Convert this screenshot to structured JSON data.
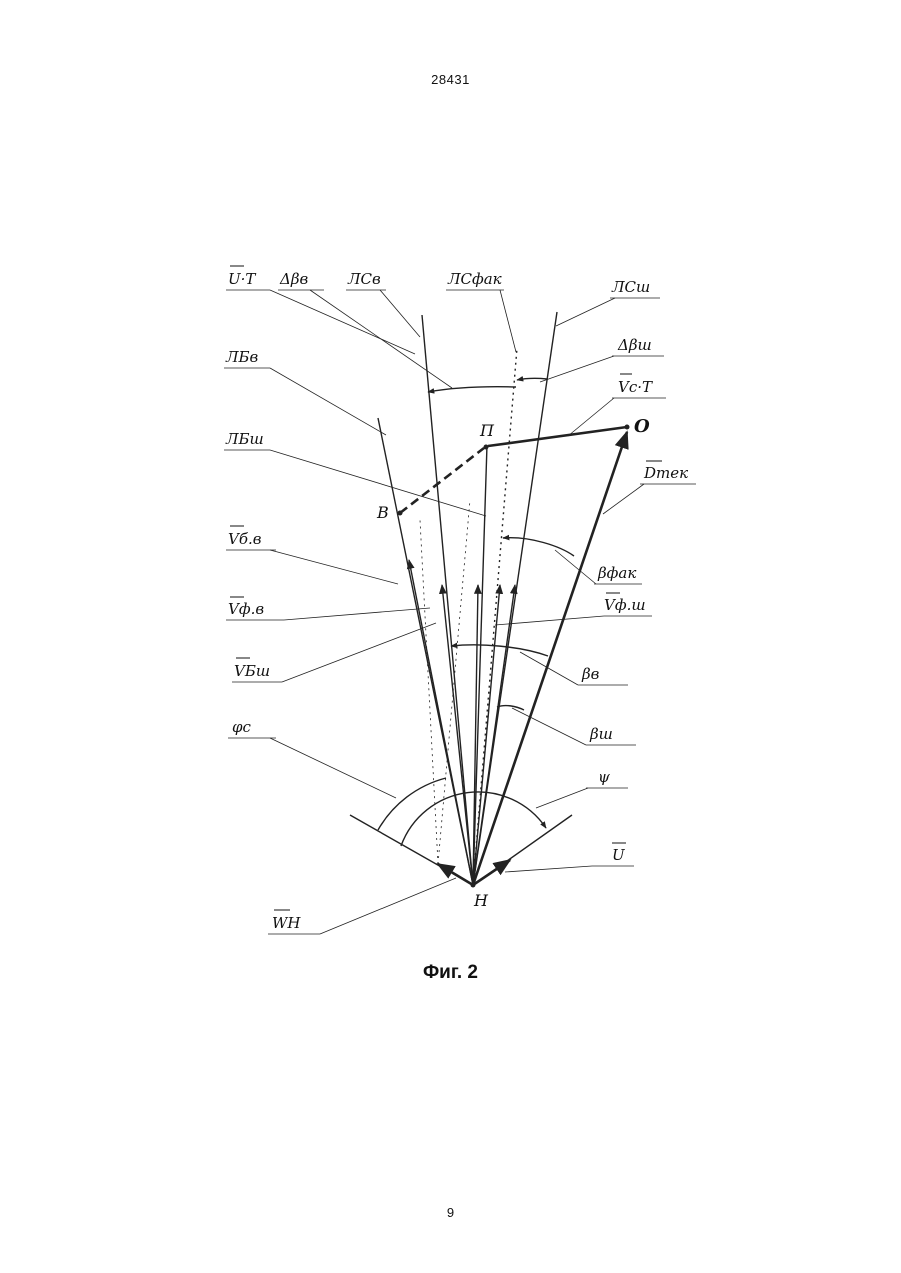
{
  "document_number": "28431",
  "figure_caption": "Фиг. 2",
  "page_number": "9",
  "diagram": {
    "point_labels": {
      "origin": "H",
      "v": "B",
      "p": "П",
      "o": "O"
    },
    "labels": {
      "ut": "U·T",
      "delta_beta_v": "Δβв",
      "lc_v": "ЛCв",
      "lc_fak": "ЛCфак",
      "lc_sh": "ЛCш",
      "delta_beta_sh": "Δβш",
      "vc_t": "Vc·T",
      "lb_v": "ЛБв",
      "lb_sh": "ЛБш",
      "d_tek": "Dтек",
      "v_bv": "Vб.в",
      "beta_fak": "βфак",
      "v_fv": "Vф.в",
      "v_fsh": "Vф.ш",
      "v_bsh": "VБш",
      "beta_v": "βв",
      "phi_c": "φc",
      "beta_sh": "βш",
      "psi": "ψ",
      "u": "U",
      "w_h": "WН"
    }
  }
}
